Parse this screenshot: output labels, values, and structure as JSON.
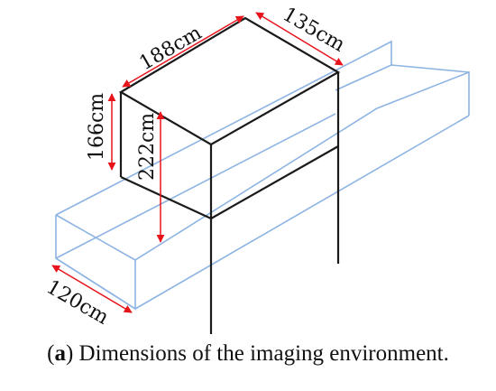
{
  "dimensions": {
    "width_label": "188cm",
    "depth_label": "135cm",
    "frame_height_label": "166cm",
    "total_height_label": "222cm",
    "conveyor_width_label": "120cm"
  },
  "caption": {
    "prefix_open": "(",
    "letter": "a",
    "text": ") Dimensions of the imaging environment."
  },
  "colors": {
    "frame": "#1a1a1a",
    "conveyor": "#8eb4e3",
    "dimension": "#e8141c"
  }
}
